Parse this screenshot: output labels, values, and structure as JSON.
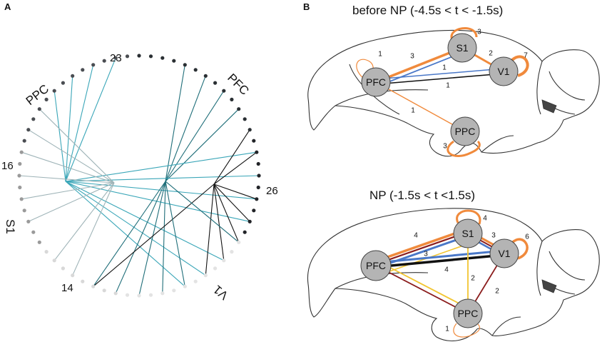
{
  "panel_a": {
    "letter": "A",
    "region_labels": [
      "PPC",
      "PFC",
      "S1",
      "V1"
    ],
    "channel_labels": [
      "23",
      "16",
      "26",
      "14"
    ]
  },
  "panel_b": {
    "letter": "B",
    "top_title": "before NP (-4.5s < t < -1.5s)",
    "bottom_title": "NP (-1.5s < t <1.5s)",
    "nodes": [
      "PFC",
      "S1",
      "V1",
      "PPC"
    ],
    "top_weights": {
      "pfc_self": "1",
      "pfc_s1": "3",
      "s1_self": "3",
      "s1_v1": "2",
      "v1_self": "7",
      "pfc_v1_blue": "1",
      "pfc_v1_black": "1",
      "pfc_ppc": "1",
      "ppc_self": "3"
    },
    "bottom_weights": {
      "s1_self": "4",
      "pfc_s1_outer": "4",
      "pfc_s1_inner": "3",
      "s1_v1": "3",
      "v1_self": "6",
      "pfc_v1": "4",
      "s1_ppc": "2",
      "v1_ppc": "2",
      "ppc_self": "1"
    }
  },
  "colors": {
    "teal": "#3aa6b8",
    "dark_teal": "#1f6e79",
    "grey_teal": "#9fb4b8",
    "black": "#111111",
    "orange": "#f08a3c",
    "blue": "#4a78c8",
    "yellow": "#f2c531",
    "dark_red": "#8b1d1d",
    "node_fill": "#b4b4b4"
  }
}
